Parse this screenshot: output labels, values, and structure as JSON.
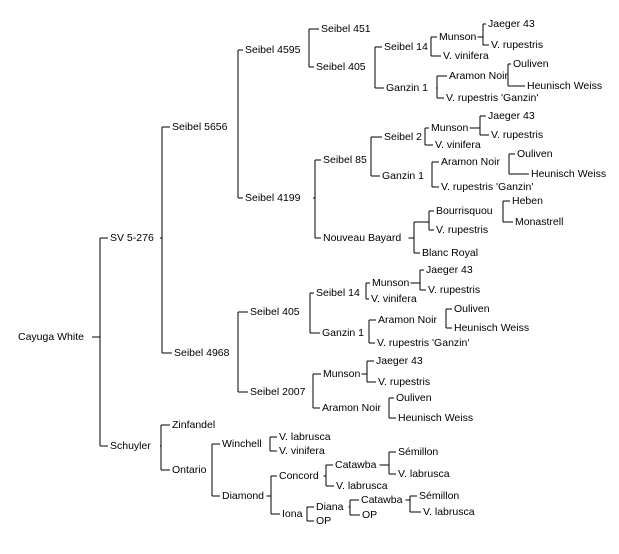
{
  "pedigree": {
    "name": "Cayuga White",
    "children": [
      {
        "name": "SV 5-276",
        "children": [
          {
            "name": "Seibel 5656",
            "children": [
              {
                "name": "Seibel 4595",
                "children": [
                  {
                    "name": "Seibel 451"
                  },
                  {
                    "name": "Seibel 405",
                    "children": [
                      {
                        "name": "Seibel 14",
                        "children": [
                          {
                            "name": "Munson",
                            "children": [
                              {
                                "name": "Jaeger 43"
                              },
                              {
                                "name": "V. rupestris"
                              }
                            ]
                          },
                          {
                            "name": "V. vinifera"
                          }
                        ]
                      },
                      {
                        "name": "Ganzin 1",
                        "children": [
                          {
                            "name": "Aramon Noir",
                            "children": [
                              {
                                "name": "Ouliven"
                              },
                              {
                                "name": "Heunisch Weiss"
                              }
                            ]
                          },
                          {
                            "name": "V. rupestris 'Ganzin'"
                          }
                        ]
                      }
                    ]
                  }
                ]
              },
              {
                "name": "Seibel 4199",
                "children": [
                  {
                    "name": "Seibel 85",
                    "children": [
                      {
                        "name": "Seibel 2",
                        "children": [
                          {
                            "name": "Munson",
                            "children": [
                              {
                                "name": "Jaeger 43"
                              },
                              {
                                "name": "V. rupestris"
                              }
                            ]
                          },
                          {
                            "name": "V. vinifera"
                          }
                        ]
                      },
                      {
                        "name": "Ganzin 1",
                        "children": [
                          {
                            "name": "Aramon Noir",
                            "children": [
                              {
                                "name": "Ouliven"
                              },
                              {
                                "name": "Heunisch Weiss"
                              }
                            ]
                          },
                          {
                            "name": "V. rupestris 'Ganzin'"
                          }
                        ]
                      }
                    ]
                  },
                  {
                    "name": "Nouveau Bayard",
                    "children": [
                      {
                        "name": "",
                        "children": [
                          {
                            "name": "Bourrisquou",
                            "children": [
                              {
                                "name": "Heben"
                              },
                              {
                                "name": "Monastrell"
                              }
                            ]
                          },
                          {
                            "name": "V. rupestris"
                          }
                        ]
                      },
                      {
                        "name": "Blanc Royal"
                      }
                    ]
                  }
                ]
              }
            ]
          },
          {
            "name": "Seibel 4968",
            "children": [
              {
                "name": "Seibel 405",
                "children": [
                  {
                    "name": "Seibel 14",
                    "children": [
                      {
                        "name": "Munson",
                        "children": [
                          {
                            "name": "Jaeger 43"
                          },
                          {
                            "name": "V. rupestris"
                          }
                        ]
                      },
                      {
                        "name": "V. vinifera"
                      }
                    ]
                  },
                  {
                    "name": "Ganzin 1",
                    "children": [
                      {
                        "name": "Aramon Noir",
                        "children": [
                          {
                            "name": "Ouliven"
                          },
                          {
                            "name": "Heunisch Weiss"
                          }
                        ]
                      },
                      {
                        "name": "V. rupestris 'Ganzin'"
                      }
                    ]
                  }
                ]
              },
              {
                "name": "Seibel 2007",
                "children": [
                  {
                    "name": "Munson",
                    "children": [
                      {
                        "name": "Jaeger 43"
                      },
                      {
                        "name": "V. rupestris"
                      }
                    ]
                  },
                  {
                    "name": "Aramon Noir",
                    "children": [
                      {
                        "name": "Ouliven"
                      },
                      {
                        "name": "Heunisch Weiss"
                      }
                    ]
                  }
                ]
              }
            ]
          }
        ]
      },
      {
        "name": "Schuyler",
        "children": [
          {
            "name": "Zinfandel"
          },
          {
            "name": "Ontario",
            "children": [
              {
                "name": "Winchell",
                "children": [
                  {
                    "name": "V. labrusca"
                  },
                  {
                    "name": "V. vinifera"
                  }
                ]
              },
              {
                "name": "Diamond",
                "children": [
                  {
                    "name": "Concord",
                    "children": [
                      {
                        "name": "Catawba",
                        "children": [
                          {
                            "name": "Sémillon"
                          },
                          {
                            "name": "V. labrusca"
                          }
                        ]
                      },
                      {
                        "name": "V. labrusca"
                      }
                    ]
                  },
                  {
                    "name": "Iona",
                    "children": [
                      {
                        "name": "Diana",
                        "children": [
                          {
                            "name": "Catawba",
                            "children": [
                              {
                                "name": "Sémillon"
                              },
                              {
                                "name": "V. labrusca"
                              }
                            ]
                          },
                          {
                            "name": "OP"
                          }
                        ]
                      },
                      {
                        "name": "OP"
                      }
                    ]
                  }
                ]
              }
            ]
          }
        ]
      }
    ]
  }
}
